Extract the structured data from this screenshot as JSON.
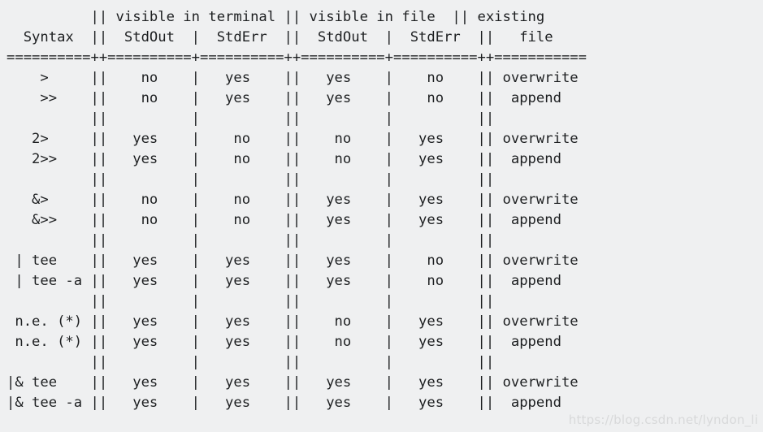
{
  "page": {
    "background_color": "#eff0f1",
    "text_color": "#1d1f21",
    "title": "Shell redirection syntax reference table"
  },
  "table": {
    "type": "ascii-art-table",
    "column_headers_line1": [
      "",
      "visible in terminal",
      "visible in file",
      "existing"
    ],
    "column_headers_line2": [
      "Syntax",
      "StdOut",
      "StdErr",
      "StdOut",
      "StdErr",
      "file"
    ],
    "separator_char": "=",
    "column_separator_major": "||",
    "column_separator_minor": "|",
    "rows": [
      {
        "syntax": ">",
        "term_stdout": "no",
        "term_stderr": "yes",
        "file_stdout": "yes",
        "file_stderr": "no",
        "existing_file": "overwrite"
      },
      {
        "syntax": ">>",
        "term_stdout": "no",
        "term_stderr": "yes",
        "file_stdout": "yes",
        "file_stderr": "no",
        "existing_file": "append"
      },
      {
        "syntax": "",
        "term_stdout": "",
        "term_stderr": "",
        "file_stdout": "",
        "file_stderr": "",
        "existing_file": ""
      },
      {
        "syntax": "2>",
        "term_stdout": "yes",
        "term_stderr": "no",
        "file_stdout": "no",
        "file_stderr": "yes",
        "existing_file": "overwrite"
      },
      {
        "syntax": "2>>",
        "term_stdout": "yes",
        "term_stderr": "no",
        "file_stdout": "no",
        "file_stderr": "yes",
        "existing_file": "append"
      },
      {
        "syntax": "",
        "term_stdout": "",
        "term_stderr": "",
        "file_stdout": "",
        "file_stderr": "",
        "existing_file": ""
      },
      {
        "syntax": "&>",
        "term_stdout": "no",
        "term_stderr": "no",
        "file_stdout": "yes",
        "file_stderr": "yes",
        "existing_file": "overwrite"
      },
      {
        "syntax": "&>>",
        "term_stdout": "no",
        "term_stderr": "no",
        "file_stdout": "yes",
        "file_stderr": "yes",
        "existing_file": "append"
      },
      {
        "syntax": "",
        "term_stdout": "",
        "term_stderr": "",
        "file_stdout": "",
        "file_stderr": "",
        "existing_file": ""
      },
      {
        "syntax": "| tee",
        "term_stdout": "yes",
        "term_stderr": "yes",
        "file_stdout": "yes",
        "file_stderr": "no",
        "existing_file": "overwrite"
      },
      {
        "syntax": "| tee -a",
        "term_stdout": "yes",
        "term_stderr": "yes",
        "file_stdout": "yes",
        "file_stderr": "no",
        "existing_file": "append"
      },
      {
        "syntax": "",
        "term_stdout": "",
        "term_stderr": "",
        "file_stdout": "",
        "file_stderr": "",
        "existing_file": ""
      },
      {
        "syntax": "n.e. (*)",
        "term_stdout": "yes",
        "term_stderr": "yes",
        "file_stdout": "no",
        "file_stderr": "yes",
        "existing_file": "overwrite"
      },
      {
        "syntax": "n.e. (*)",
        "term_stdout": "yes",
        "term_stderr": "yes",
        "file_stdout": "no",
        "file_stderr": "yes",
        "existing_file": "append"
      },
      {
        "syntax": "",
        "term_stdout": "",
        "term_stderr": "",
        "file_stdout": "",
        "file_stderr": "",
        "existing_file": ""
      },
      {
        "syntax": "|& tee",
        "term_stdout": "yes",
        "term_stderr": "yes",
        "file_stdout": "yes",
        "file_stderr": "yes",
        "existing_file": "overwrite"
      },
      {
        "syntax": "|& tee -a",
        "term_stdout": "yes",
        "term_stderr": "yes",
        "file_stdout": "yes",
        "file_stderr": "yes",
        "existing_file": "append"
      }
    ],
    "raw_text": "          || visible in terminal || visible in file  || existing\n  Syntax  ||  StdOut  |  StdErr  ||  StdOut  |  StdErr  ||   file\n==========++==========+==========++==========+==========++===========\n    >     ||    no    |   yes    ||   yes    |    no    || overwrite\n    >>    ||    no    |   yes    ||   yes    |    no    ||  append\n          ||          |          ||          |          ||\n   2>     ||   yes    |    no    ||    no    |   yes    || overwrite\n   2>>    ||   yes    |    no    ||    no    |   yes    ||  append\n          ||          |          ||          |          ||\n   &>     ||    no    |    no    ||   yes    |   yes    || overwrite\n   &>>    ||    no    |    no    ||   yes    |   yes    ||  append\n          ||          |          ||          |          ||\n | tee    ||   yes    |   yes    ||   yes    |    no    || overwrite\n | tee -a ||   yes    |   yes    ||   yes    |    no    ||  append\n          ||          |          ||          |          ||\n n.e. (*) ||   yes    |   yes    ||    no    |   yes    || overwrite\n n.e. (*) ||   yes    |   yes    ||    no    |   yes    ||  append\n          ||          |          ||          |          ||\n|& tee    ||   yes    |   yes    ||   yes    |   yes    || overwrite\n|& tee -a ||   yes    |   yes    ||   yes    |   yes    ||  append"
  },
  "watermark": {
    "text": "https://blog.csdn.net/lyndon_li",
    "color": "#d8d9da"
  }
}
